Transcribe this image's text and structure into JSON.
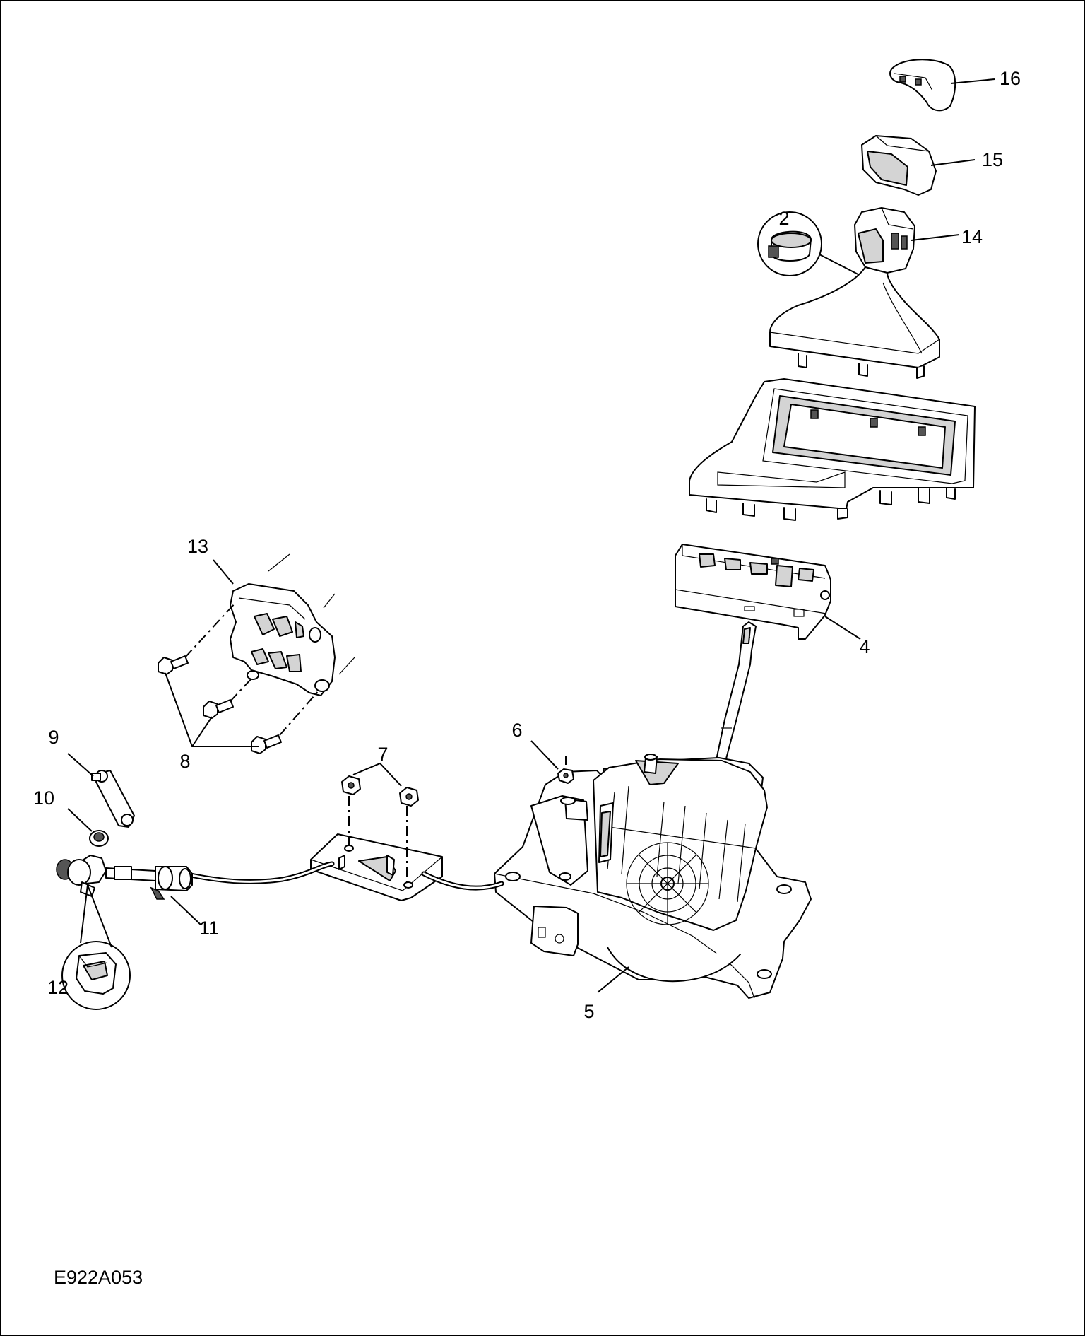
{
  "figure_code": "E922A053",
  "callouts": {
    "c2": "2",
    "c4": "4",
    "c5": "5",
    "c6": "6",
    "c7": "7",
    "c8": "8",
    "c9": "9",
    "c10": "10",
    "c11": "11",
    "c12": "12",
    "c13": "13",
    "c14": "14",
    "c15": "15",
    "c16": "16"
  }
}
